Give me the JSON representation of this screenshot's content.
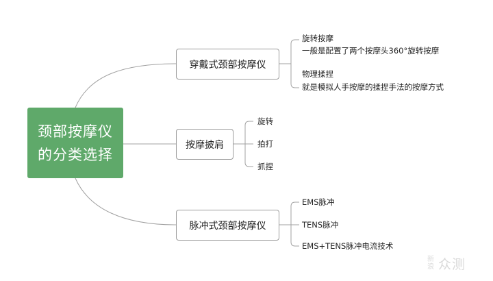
{
  "root": {
    "line1": "颈部按摩仪",
    "line2": "的分类选择"
  },
  "branches": [
    {
      "label": "穿戴式颈部按摩仪",
      "leaves": [
        "旋转按摩",
        "一般是配置了两个按摩头360°旋转按摩",
        "物理揉捏",
        "就是模拟人手按摩的揉捏手法的按摩方式"
      ]
    },
    {
      "label": "按摩披肩",
      "leaves": [
        "旋转",
        "拍打",
        "抓捏"
      ]
    },
    {
      "label": "脉冲式颈部按摩仪",
      "leaves": [
        "EMS脉冲",
        "TENS脉冲",
        "EMS+TENS脉冲电流技术"
      ]
    }
  ],
  "watermark": {
    "small_top": "新",
    "small_bottom": "浪",
    "big": "众测"
  },
  "colors": {
    "root_fill": "#5fa96a",
    "connector": "#999999",
    "border": "#9a9a9a"
  }
}
